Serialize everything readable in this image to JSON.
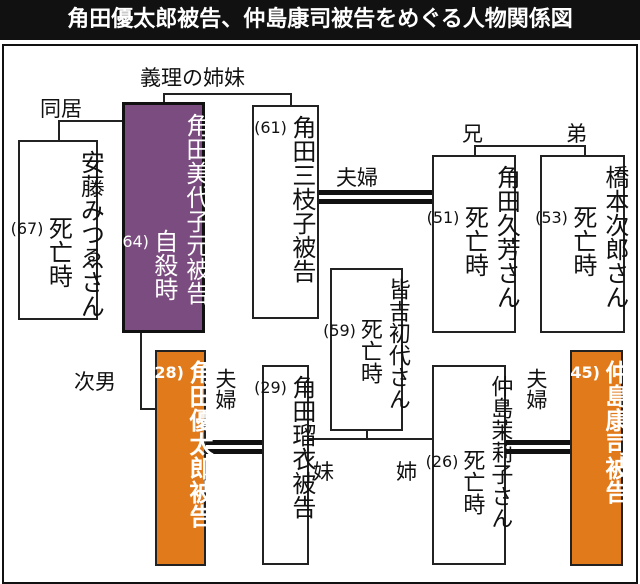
{
  "title": "角田優太郎被告、仲島康司被告をめぐる人物関係図",
  "colors": {
    "purple": "#7b4c7f",
    "orange": "#e07a1a",
    "black": "#111111"
  },
  "labels": {
    "giri": "義理の姉妹",
    "doukyo": "同居",
    "ani": "兄",
    "otouto": "弟",
    "fufu1": "夫婦",
    "fufu2": "夫婦",
    "fufu3": "夫婦",
    "jinan": "次男",
    "imouto": "妹",
    "ane": "姉"
  },
  "persons": {
    "ando": {
      "name": "安藤みつゑさん",
      "status": "死亡時",
      "age": "(67)"
    },
    "miyoko": {
      "name": "角田美代子元被告",
      "status": "自殺時",
      "age": "(64)"
    },
    "mieko": {
      "name": "角田三枝子被告",
      "age": "(61)"
    },
    "hisayoshi": {
      "name": "角田久芳さん",
      "status": "死亡時",
      "age": "(51)"
    },
    "hashimoto": {
      "name": "橋本次郎さん",
      "status": "死亡時",
      "age": "(53)"
    },
    "minayoshi": {
      "name": "皆吉初代さん",
      "status": "死亡時",
      "age": "(59)"
    },
    "yutaro": {
      "name": "角田優太郎被告",
      "age": "(28)"
    },
    "rui": {
      "name": "角田瑠衣被告",
      "age": "(29)"
    },
    "mariko": {
      "name": "仲島茉莉子さん",
      "status": "死亡時",
      "age": "(26)"
    },
    "koji": {
      "name": "仲島康司被告",
      "age": "(45)"
    }
  }
}
